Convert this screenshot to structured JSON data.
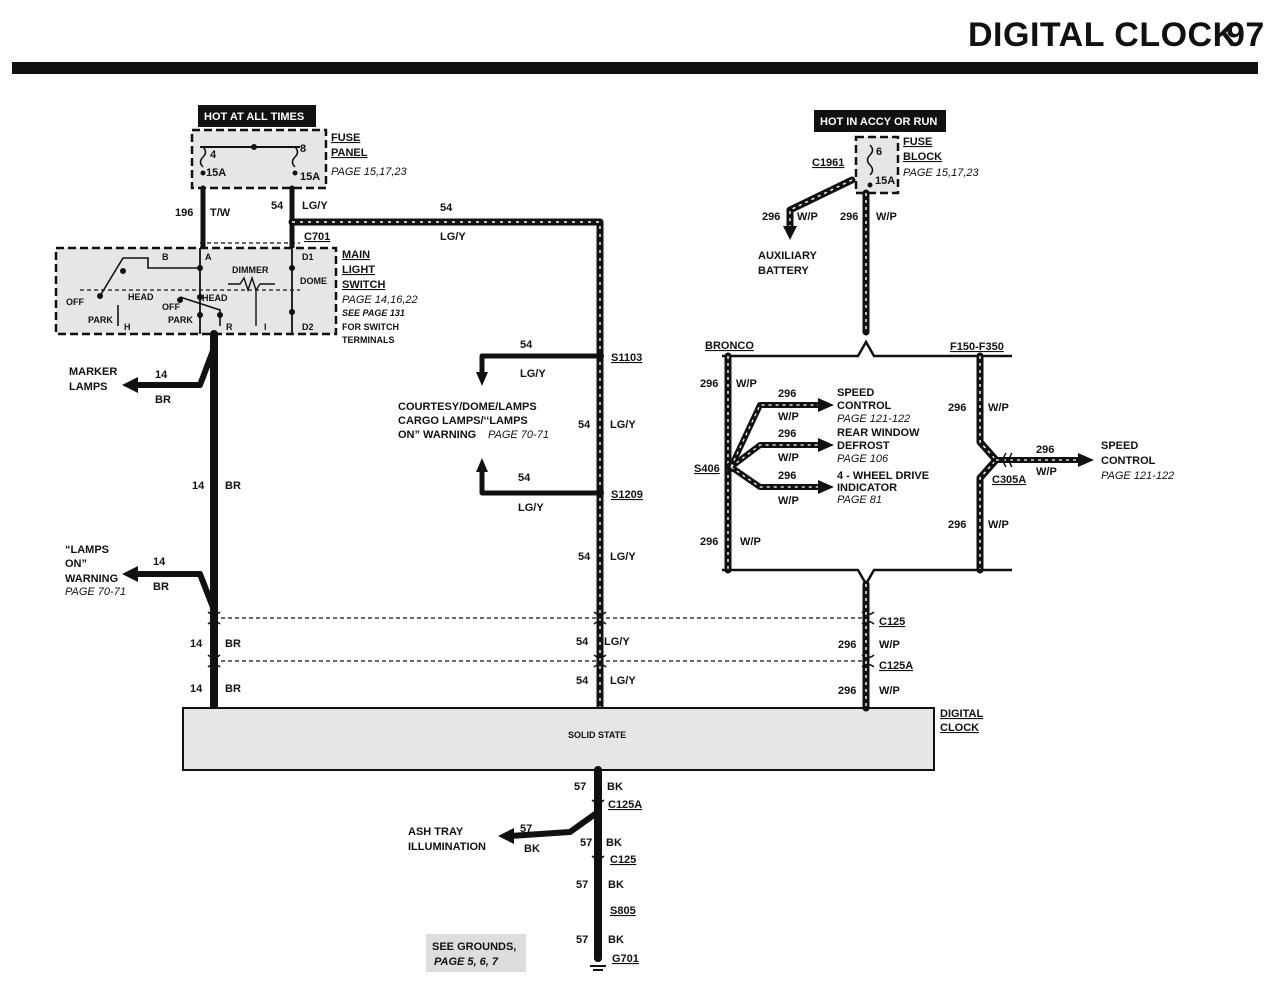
{
  "header": {
    "title": "DIGITAL CLOCK",
    "page_number": "97"
  },
  "hot_labels": {
    "hot_at_all_times": "HOT AT ALL TIMES",
    "hot_in_accy_or_run": "HOT IN ACCY OR RUN"
  },
  "fuse_panel": {
    "label_line1": "FUSE",
    "label_line2": "PANEL",
    "page_ref": "PAGE 15,17,23",
    "fuse_a_num": "4",
    "fuse_a_amp": "15A",
    "fuse_b_num": "8",
    "fuse_b_amp": "15A"
  },
  "fuse_block": {
    "label_line1": "FUSE",
    "label_line2": "BLOCK",
    "page_ref": "PAGE 15,17,23",
    "fuse_num": "6",
    "fuse_amp": "15A",
    "connector": "C1961"
  },
  "main_light_switch": {
    "label_line1": "MAIN",
    "label_line2": "LIGHT",
    "label_line3": "SWITCH",
    "page_ref": "PAGE 14,16,22",
    "see_page": "SEE PAGE 131",
    "note_line1": "FOR SWITCH",
    "note_line2": "TERMINALS",
    "connector": "C701",
    "terminals": {
      "b": "B",
      "a": "A",
      "r": "R",
      "h": "H",
      "i": "I",
      "d1": "D1",
      "d2": "D2"
    },
    "positions": {
      "off": "OFF",
      "park": "PARK",
      "head": "HEAD",
      "dimmer": "DIMMER",
      "dome": "DOME"
    }
  },
  "wires": {
    "w196": "196",
    "tw": "T/W",
    "w54": "54",
    "lgy": "LG/Y",
    "w14": "14",
    "br": "BR",
    "w296": "296",
    "wp": "W/P",
    "w57": "57",
    "bk": "BK"
  },
  "splices": {
    "s1103": "S1103",
    "s1209": "S1209",
    "s406": "S406",
    "s805": "S805"
  },
  "connectors": {
    "c125": "C125",
    "c125a": "C125A",
    "c305a": "C305A",
    "g701": "G701"
  },
  "loads": {
    "marker_lamps_1": "MARKER",
    "marker_lamps_2": "LAMPS",
    "lamps_on_1": "“LAMPS",
    "lamps_on_2": "ON”",
    "lamps_on_3": "WARNING",
    "lamps_on_page": "PAGE 70-71",
    "courtesy_1": "COURTESY/DOME/LAMPS",
    "courtesy_2": "CARGO LAMPS/‘‘LAMPS",
    "courtesy_3": "ON”  WARNING",
    "courtesy_page": "PAGE 70-71",
    "aux_batt_1": "AUXILIARY",
    "aux_batt_2": "BATTERY",
    "speed_ctrl_1": "SPEED",
    "speed_ctrl_2": "CONTROL",
    "speed_ctrl_page": "PAGE 121-122",
    "rear_def_1": "REAR WINDOW",
    "rear_def_2": "DEFROST",
    "rear_def_page": "PAGE 106",
    "fwd_1": "4 - WHEEL DRIVE",
    "fwd_2": "INDICATOR",
    "fwd_page": "PAGE 81",
    "speed_ctrl_r_1": "SPEED",
    "speed_ctrl_r_2": "CONTROL",
    "speed_ctrl_r_page": "PAGE 121-122",
    "ash_1": "ASH TRAY",
    "ash_2": "ILLUMINATION"
  },
  "variants": {
    "bronco": "BRONCO",
    "f150": "F150-F350"
  },
  "clock": {
    "label_1": "DIGITAL",
    "label_2": "CLOCK",
    "inner": "SOLID STATE"
  },
  "grounds": {
    "line1": "SEE GROUNDS,",
    "line2": "PAGE 5, 6, 7"
  }
}
